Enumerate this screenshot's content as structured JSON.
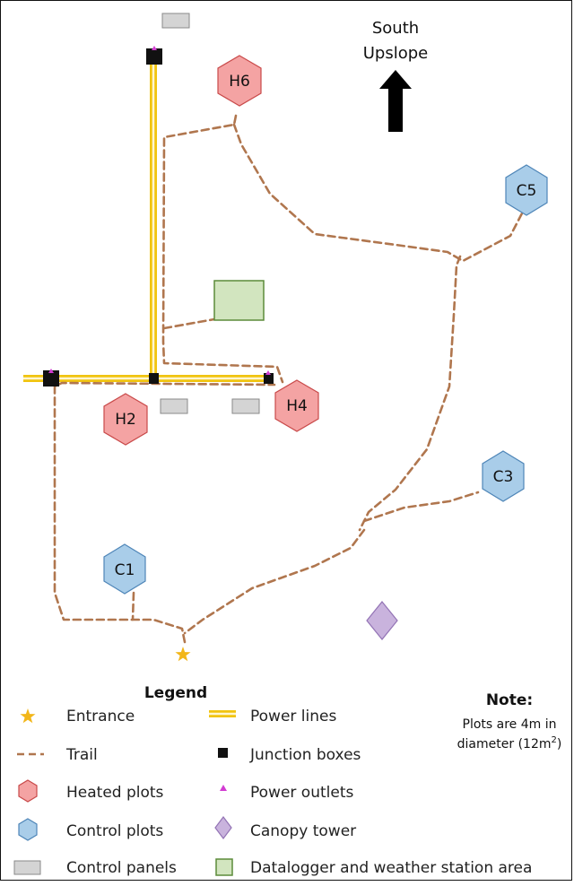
{
  "arrow": {
    "line1": "South",
    "line2": "Upslope"
  },
  "plots": {
    "heated": [
      "H6",
      "H2",
      "H4"
    ],
    "control": [
      "C5",
      "C3",
      "C1"
    ]
  },
  "legend": {
    "title": "Legend",
    "entrance": "Entrance",
    "trail": "Trail",
    "heated_plots": "Heated plots",
    "control_plots": "Control plots",
    "control_panels": "Control panels",
    "power_lines": "Power lines",
    "junction_boxes": "Junction boxes",
    "power_outlets": "Power outlets",
    "canopy_tower": "Canopy tower",
    "datalogger": "Datalogger and weather station area"
  },
  "note": {
    "title": "Note:",
    "line1": "Plots are 4m in",
    "line2_prefix": "diameter (12m",
    "line2_sup": "2",
    "line2_suffix": ")"
  },
  "colors": {
    "heated_fill": "#f4a3a3",
    "heated_stroke": "#c94a4a",
    "control_fill": "#a9cde9",
    "control_stroke": "#4f86b8",
    "trail": "#b0764e",
    "power_line": "#f1c40f",
    "power_line_inner": "#fff6cf",
    "panel_fill": "#d4d4d4",
    "panel_stroke": "#8a8a8a",
    "outlet": "#d23cd2",
    "tower_fill": "#c9b3dd",
    "tower_stroke": "#9373b5",
    "datalogger_fill": "#d2e5bf",
    "datalogger_stroke": "#5c8b3a",
    "entrance": "#f2b619"
  },
  "icons": {
    "entrance": "star-icon",
    "trail": "dashed-line-icon",
    "heated_plots": "red-hexagon-icon",
    "control_plots": "blue-hexagon-icon",
    "control_panels": "grey-rectangle-icon",
    "power_lines": "double-yellow-line-icon",
    "junction_boxes": "black-square-icon",
    "power_outlets": "magenta-triangle-icon",
    "canopy_tower": "purple-diamond-icon",
    "datalogger": "green-square-icon"
  }
}
